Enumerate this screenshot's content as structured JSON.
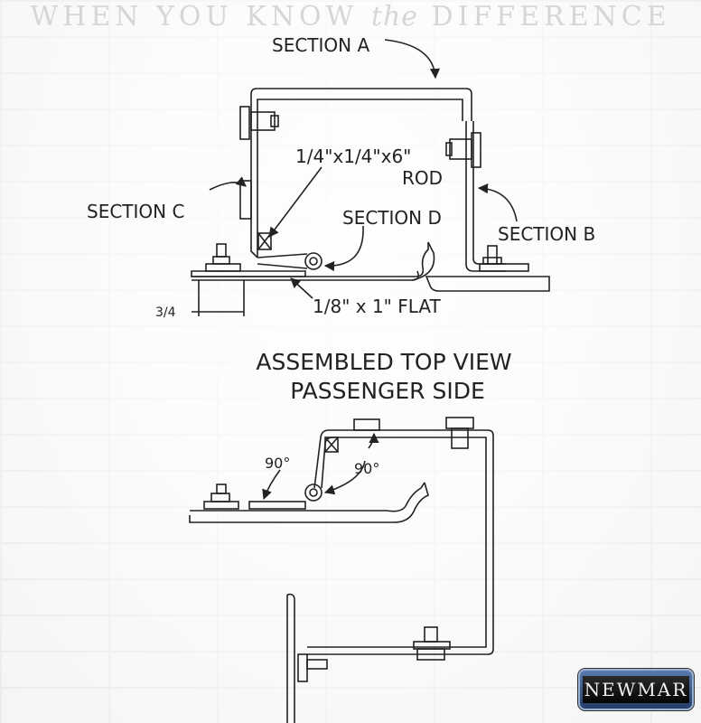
{
  "header": {
    "tagline_prefix": "WHEN YOU KNOW ",
    "tagline_em": "the",
    "tagline_suffix": " DIFFERENCE"
  },
  "top_view": {
    "section_a": "SECTION A",
    "section_b": "SECTION B",
    "section_c": "SECTION C",
    "section_d": "SECTION D",
    "rod_size": "1/4\"x1/4\"x6\"",
    "rod_label": "ROD",
    "flat_label": "1/8\" x 1\" FLAT",
    "dimension": "3/4"
  },
  "assembled": {
    "title_line1": "ASSEMBLED TOP VIEW",
    "title_line2": "PASSENGER SIDE",
    "angle_left": "90°",
    "angle_right": "90°"
  },
  "logo": {
    "text": "NEWMAR"
  }
}
